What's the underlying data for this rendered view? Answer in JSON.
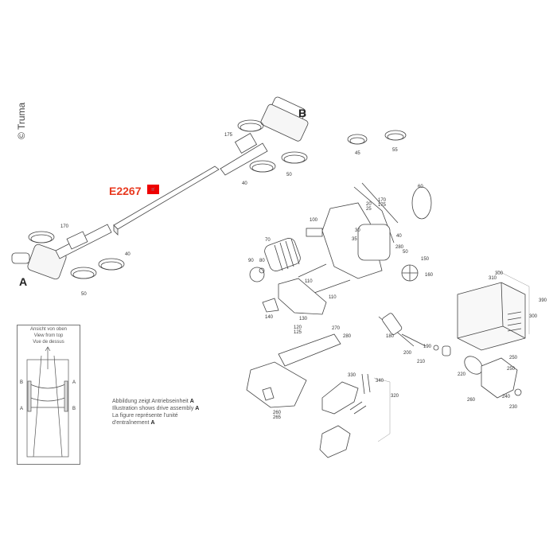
{
  "copyright": "© Truma",
  "part_number": "E2267",
  "part_marker_icon": "red-cart-icon",
  "assembly_labels": {
    "a": "A",
    "b": "B"
  },
  "inset": {
    "lines": [
      "Ansicht von oben",
      "View from top",
      "Vue de dessus"
    ],
    "markers": [
      "B",
      "A",
      "A",
      "B"
    ]
  },
  "caption": {
    "lines": [
      "Abbildung zeigt Antriebseinheit",
      "Illustration shows drive assembly",
      "La figure représente l'unité",
      "d'entraînement"
    ],
    "marker": "A"
  },
  "callouts": [
    "175",
    "50",
    "40",
    "170",
    "40",
    "50",
    "45",
    "55",
    "60",
    "170\n175",
    "20\n25",
    "100",
    "30",
    "35",
    "40",
    "280",
    "50",
    "150",
    "160",
    "70",
    "90",
    "80",
    "110",
    "110",
    "140",
    "130",
    "120\n125",
    "310",
    "300",
    "390",
    "300",
    "250",
    "270",
    "280",
    "180",
    "190",
    "200",
    "210",
    "220",
    "250",
    "260",
    "240",
    "230",
    "330",
    "340",
    "320",
    "260\n265"
  ]
}
